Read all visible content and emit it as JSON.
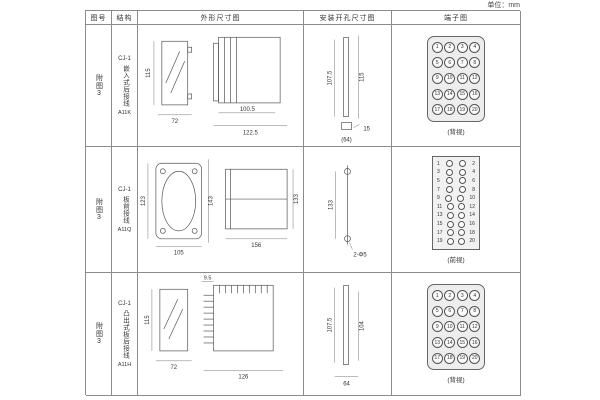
{
  "unit_label": "单位：mm",
  "headers": {
    "figure": "图号",
    "structure": "结构",
    "outline": "外形尺寸图",
    "install": "安装开孔尺寸图",
    "terminal": "端子图"
  },
  "rows": [
    {
      "figure": "附图3",
      "model": "CJ-1",
      "structure_name": "嵌入式后接线",
      "code": "A11K",
      "outline_dims": {
        "height": "115",
        "width": "72",
        "body": "100.5",
        "total": "122.5"
      },
      "install_dims": {
        "d1": "107.5",
        "d2": "115",
        "d3": "15",
        "d4": "(64)"
      },
      "terminal": {
        "numbers": [
          "1",
          "2",
          "3",
          "4",
          "5",
          "6",
          "7",
          "8",
          "9",
          "10",
          "11",
          "12",
          "13",
          "14",
          "15",
          "16",
          "17",
          "18",
          "19",
          "20"
        ],
        "caption": "(背视)"
      }
    },
    {
      "figure": "附图3",
      "model": "CJ-1",
      "structure_name": "板前接线",
      "code": "A11Q",
      "outline_dims": {
        "flange_h_left": "123",
        "flange_h_right": "143",
        "flange_w": "105",
        "side_w": "156",
        "side_h": "133"
      },
      "install_dims": {
        "d1": "133",
        "hole": "2-Φ5"
      },
      "terminal": {
        "pairs": [
          {
            "l": "1",
            "r": "2"
          },
          {
            "l": "3",
            "r": "4"
          },
          {
            "l": "5",
            "r": "6"
          },
          {
            "l": "7",
            "r": "8"
          },
          {
            "l": "9",
            "r": "10"
          },
          {
            "l": "11",
            "r": "12"
          },
          {
            "l": "13",
            "r": "14"
          },
          {
            "l": "15",
            "r": "16"
          },
          {
            "l": "17",
            "r": "18"
          },
          {
            "l": "19",
            "r": "20"
          }
        ],
        "caption": "(前视)"
      }
    },
    {
      "figure": "附图3",
      "model": "CJ-1",
      "structure_name": "凸出式板后接线",
      "code": "A11H",
      "outline_dims": {
        "height": "115",
        "width": "72",
        "pin": "9.5",
        "total": "126"
      },
      "install_dims": {
        "d1": "107.5",
        "d2": "104",
        "d3": "64"
      },
      "terminal": {
        "numbers": [
          "1",
          "2",
          "3",
          "4",
          "5",
          "6",
          "7",
          "8",
          "9",
          "10",
          "11",
          "12",
          "13",
          "14",
          "15",
          "16",
          "17",
          "18",
          "19",
          "20"
        ],
        "caption": "(背视)"
      }
    }
  ]
}
